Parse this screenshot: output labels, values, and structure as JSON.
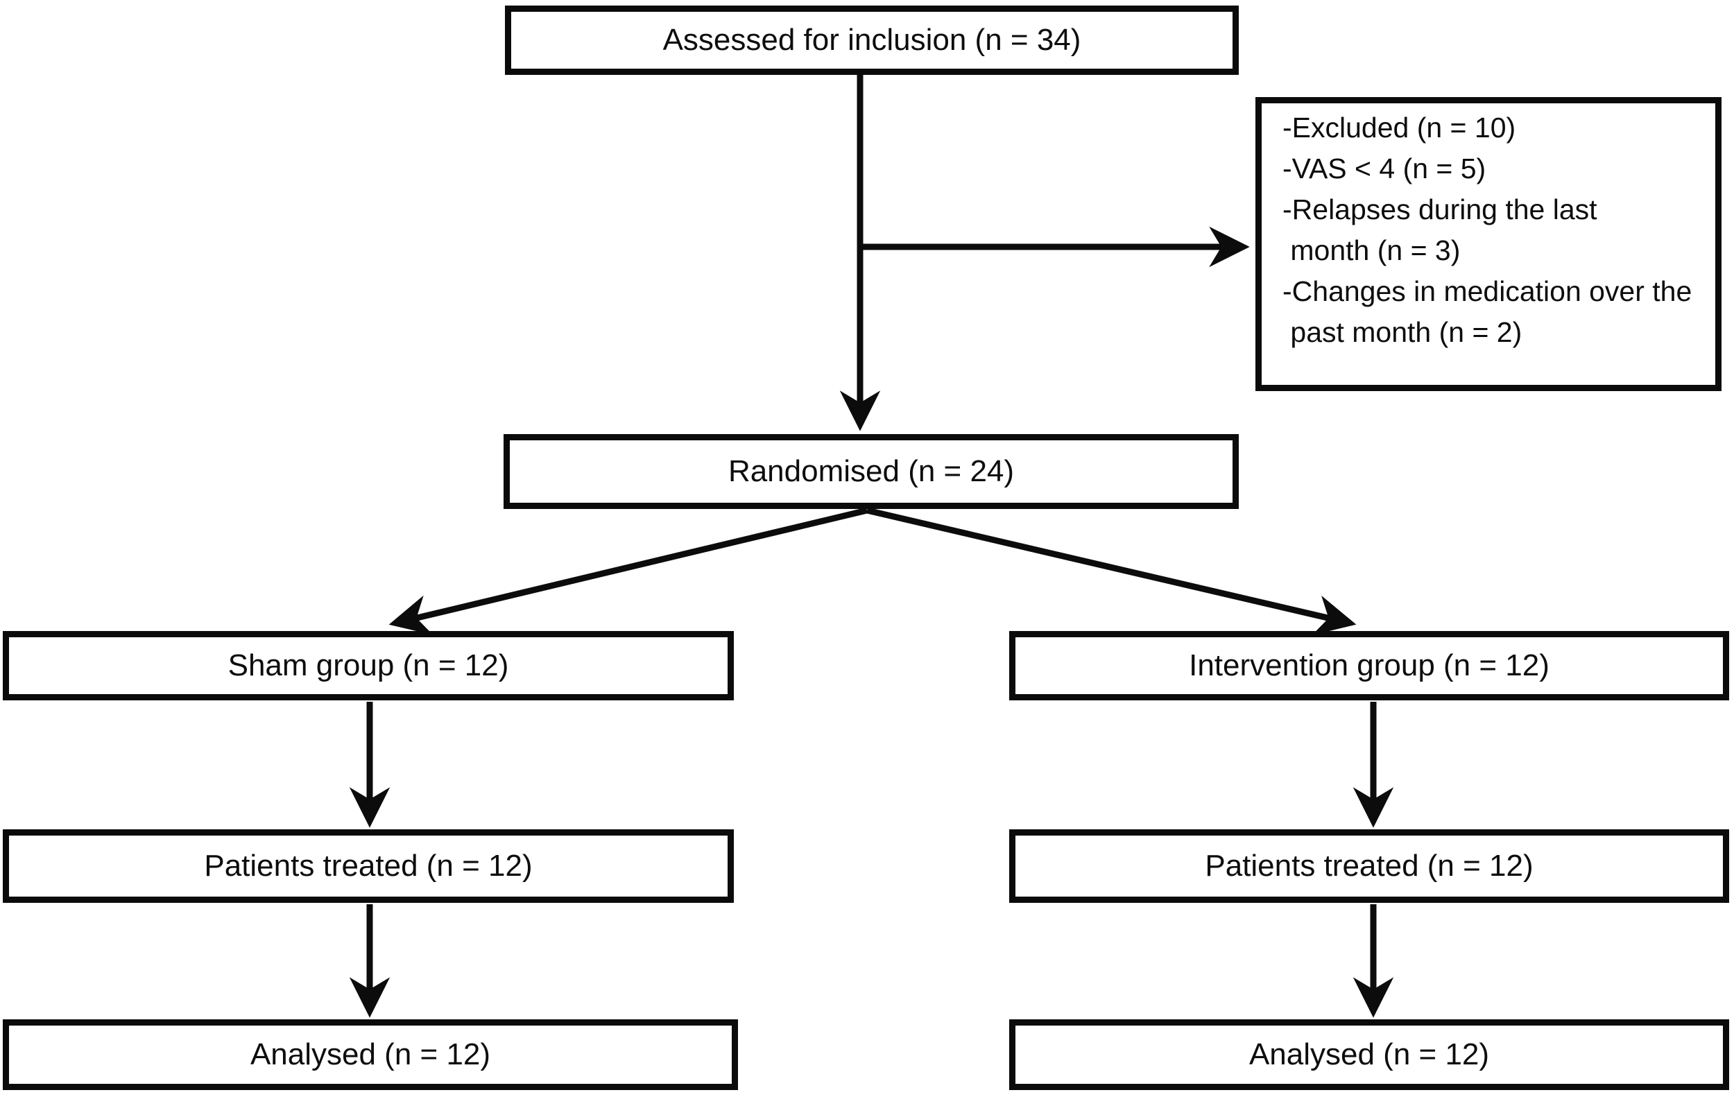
{
  "diagram": {
    "type": "consort-flowchart",
    "colors": {
      "background": "#ffffff",
      "box_border": "#0b0b0b",
      "box_fill": "#ffffff",
      "text": "#0d0d0d",
      "arrow": "#0c0c0c"
    }
  },
  "nodes": {
    "assessed": {
      "label": "Assessed for inclusion (n = 34)"
    },
    "excluded": {
      "lines": [
        "-Excluded (n = 10)",
        "-VAS < 4 (n = 5)",
        "-Relapses during the last",
        " month (n = 3)",
        "-Changes in medication over the",
        " past month (n = 2)"
      ]
    },
    "randomised": {
      "label": "Randomised (n = 24)"
    },
    "sham": {
      "label": "Sham group (n = 12)"
    },
    "intervention": {
      "label": "Intervention group (n = 12)"
    },
    "sham_treated": {
      "label": "Patients treated (n = 12)"
    },
    "intervention_treated": {
      "label": "Patients treated (n = 12)"
    },
    "sham_analysed": {
      "label": "Analysed (n = 12)"
    },
    "intervention_analysed": {
      "label": "Analysed (n = 12)"
    }
  }
}
